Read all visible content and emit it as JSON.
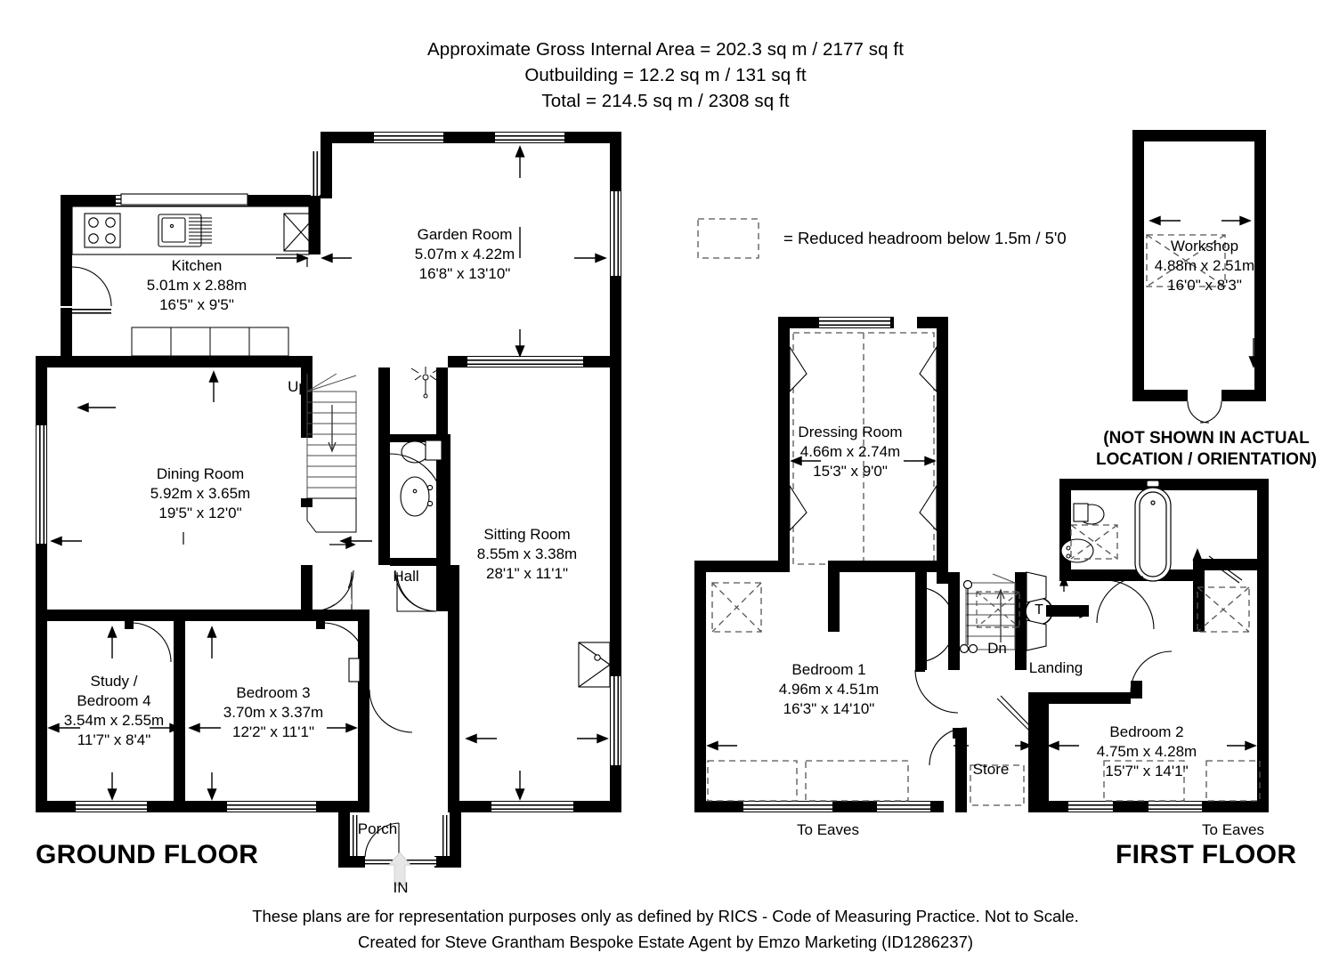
{
  "header": {
    "line1": "Approximate Gross Internal Area = 202.3 sq m / 2177 sq ft",
    "line2": "Outbuilding = 12.2 sq m / 131 sq ft",
    "line3": "Total = 214.5 sq m / 2308 sq ft"
  },
  "legend": {
    "headroom": "= Reduced headroom below 1.5m / 5'0"
  },
  "ground_floor": {
    "title": "GROUND FLOOR",
    "rooms": [
      {
        "name": "Kitchen",
        "metric": "5.01m x 2.88m",
        "imperial": "16'5\" x 9'5\""
      },
      {
        "name": "Garden Room",
        "metric": "5.07m x 4.22m",
        "imperial": "16'8\" x 13'10\""
      },
      {
        "name": "Dining Room",
        "metric": "5.92m x 3.65m",
        "imperial": "19'5\" x 12'0\""
      },
      {
        "name": "Sitting Room",
        "metric": "8.55m x 3.38m",
        "imperial": "28'1\" x 11'1\""
      },
      {
        "name": "Study /",
        "name2": "Bedroom 4",
        "metric": "3.54m x 2.55m",
        "imperial": "11'7\" x 8'4\""
      },
      {
        "name": "Bedroom 3",
        "metric": "3.70m x 3.37m",
        "imperial": "12'2\" x 11'1\""
      }
    ],
    "hall_label": "Hall",
    "up_label": "Up",
    "porch_label": "Porch",
    "in_label": "IN"
  },
  "first_floor": {
    "title": "FIRST FLOOR",
    "rooms": [
      {
        "name": "Dressing Room",
        "metric": "4.66m x 2.74m",
        "imperial": "15'3\" x 9'0\""
      },
      {
        "name": "Bedroom 1",
        "metric": "4.96m x 4.51m",
        "imperial": "16'3\" x 14'10\""
      },
      {
        "name": "Bedroom 2",
        "metric": "4.75m x 4.28m",
        "imperial": "15'7\" x 14'1\""
      }
    ],
    "landing_label": "Landing",
    "dn_label": "Dn",
    "store_label": "Store",
    "tank_label": "T",
    "eaves_left": "To Eaves",
    "eaves_right": "To Eaves"
  },
  "outbuilding": {
    "name": "Workshop",
    "metric": "4.88m x 2.51m",
    "imperial": "16'0\" x 8'3\"",
    "note_line1": "(NOT SHOWN IN ACTUAL",
    "note_line2": "LOCATION / ORIENTATION)"
  },
  "footer": {
    "line1": "These plans are for representation purposes only as defined by RICS - Code of Measuring Practice. Not to Scale.",
    "line2": "Created for Steve Grantham Bespoke Estate Agent by Emzo Marketing (ID1286237)"
  },
  "colors": {
    "wall": "#000000",
    "background": "#ffffff",
    "thin_line": "#1a1a1a"
  }
}
